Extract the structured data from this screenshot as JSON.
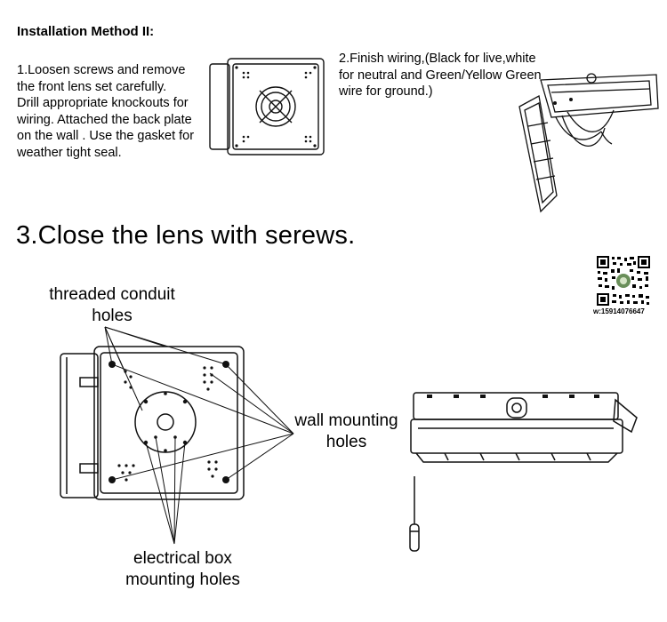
{
  "heading": "Installation Method II:",
  "steps": {
    "step1_lines": [
      "1.Loosen screws and remove",
      "the front lens set carefully.",
      "Drill appropriate knockouts for",
      "wiring. Attached the back plate",
      "on the wall . Use the gasket for",
      "weather tight seal."
    ],
    "step2_lines": [
      "2.Finish wiring,(Black for live,white",
      "for neutral and Green/Yellow Green",
      "wire for ground.)"
    ],
    "step3": "3.Close the lens with serews."
  },
  "labels": {
    "conduit_line1": "threaded conduit",
    "conduit_line2": "holes",
    "wall_line1": "wall mounting",
    "wall_line2": "holes",
    "ebox_line1": "electrical box",
    "ebox_line2": "mounting holes"
  },
  "qr": {
    "phone": "w:15914076647"
  }
}
